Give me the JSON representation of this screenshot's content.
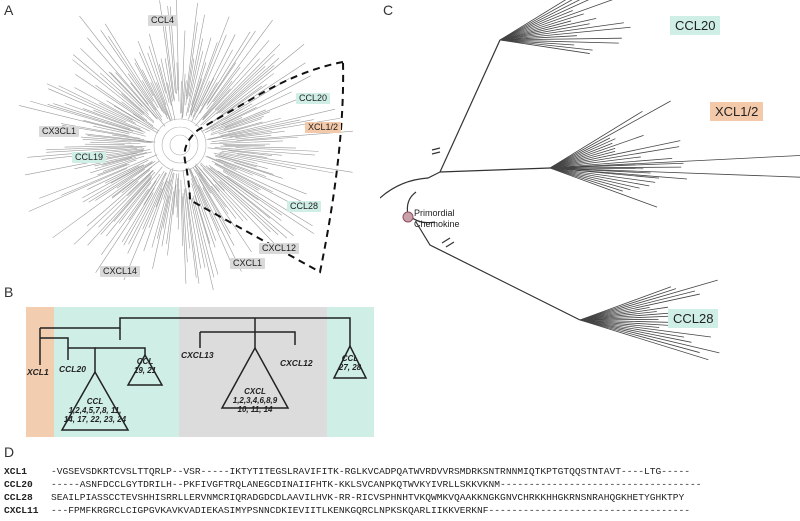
{
  "panels": {
    "a": "A",
    "b": "B",
    "c": "C",
    "d": "D"
  },
  "panel_a": {
    "tags": {
      "ccl4": "CCL4",
      "cx3cl1": "CX3CL1",
      "ccl19": "CCL19",
      "ccl20": "CCL20",
      "xcl12": "XCL1/2",
      "ccl28": "CCL28",
      "cxcl12": "CXCL12",
      "cxcl1": "CXCL1",
      "cxcl14": "CXCL14"
    }
  },
  "panel_b": {
    "labels": {
      "xcl1": "XCL1",
      "ccl20": "CCL20",
      "ccl_big": "CCL",
      "ccl_big_nums1": "1,2,4,5,7,8, 11,",
      "ccl_big_nums2": "14, 17, 22, 23, 24",
      "ccl_1921": "CCL",
      "ccl_1921_nums": "19, 21",
      "cxcl13": "CXCL13",
      "cxcl12": "CXCL12",
      "cxcl_big": "CXCL",
      "cxcl_big_nums1": "1,2,3,4,6,8,9",
      "cxcl_big_nums2": "10, 11, 14",
      "ccl_2728": "CCL",
      "ccl_2728_nums": "27, 28"
    }
  },
  "panel_c": {
    "tags": {
      "ccl20": "CCL20",
      "xcl12": "XCL1/2",
      "ccl28": "CCL28"
    },
    "root_label_line1": "Primordial",
    "root_label_line2": "Chemokine"
  },
  "alignment": [
    {
      "name": "XCL1",
      "seq": "-VGSEVSDKRTCVSLTTQRLP--VSR-----IKTYTITEGSLRAVIFITK-RGLKVCADPQATWVRDVVRSMDRKSNTRNNMIQTKPTGTQQSTNTAVT----LTG-----"
    },
    {
      "name": "CCL20",
      "seq": "-----ASNFDCCLGYTDRILH--PKFIVGFTRQLANEGCDINAIIFHTK-KKLSVCANPKQTWVKYIVRLLSKKVKNM-----------------------------------"
    },
    {
      "name": "CCL28",
      "seq": "SEAILPIASSCCTEVSHHISRRLLERVNMCRIQRADGDCDLAAVILHVK-RR-RICVSPHNHTVKQWMKVQAAKKNGKGNVCHRKKHHGKRNSNRAHQGKHETYGHKTPY"
    },
    {
      "name": "CXCL11",
      "seq": "---FPMFKRGRCLCIGPGVKAVKVADIEKASIMYPSNNCDKIEVIITLKENKGQRCLNPKSKQARLIIKKVERKNF-----------------------------------"
    }
  ]
}
